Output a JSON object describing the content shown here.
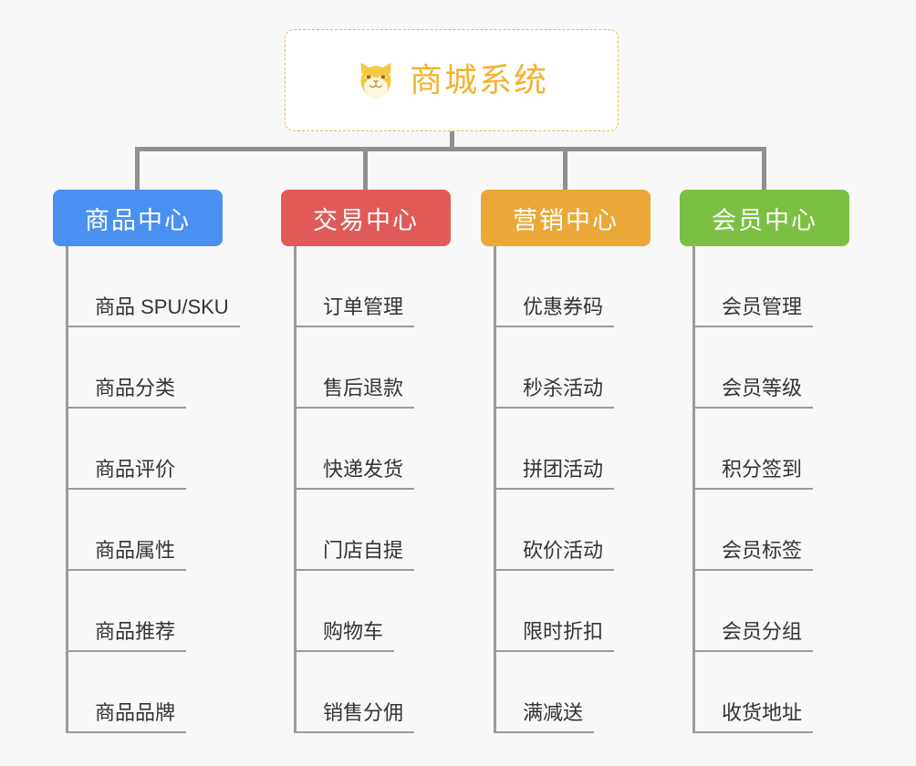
{
  "diagram": {
    "type": "mind-map",
    "root": {
      "title": "商城系统",
      "icon": "shiba-inu-dog-icon",
      "border_color": "#e8b84b",
      "text_color": "#f2b233",
      "background": "#ffffff"
    },
    "background": "#f8f8f8",
    "connector_color": "#909090",
    "branches": [
      {
        "id": "product-center",
        "label": "商品中心",
        "color": "#4a90f0",
        "items": [
          "商品 SPU/SKU",
          "商品分类",
          "商品评价",
          "商品属性",
          "商品推荐",
          "商品品牌"
        ]
      },
      {
        "id": "trade-center",
        "label": "交易中心",
        "color": "#e05a58",
        "items": [
          "订单管理",
          "售后退款",
          "快递发货",
          "门店自提",
          "购物车",
          "销售分佣"
        ]
      },
      {
        "id": "marketing-center",
        "label": "营销中心",
        "color": "#eaa838",
        "items": [
          "优惠券码",
          "秒杀活动",
          "拼团活动",
          "砍价活动",
          "限时折扣",
          "满减送"
        ]
      },
      {
        "id": "member-center",
        "label": "会员中心",
        "color": "#7bc043",
        "items": [
          "会员管理",
          "会员等级",
          "积分签到",
          "会员标签",
          "会员分组",
          "收货地址"
        ]
      }
    ]
  }
}
